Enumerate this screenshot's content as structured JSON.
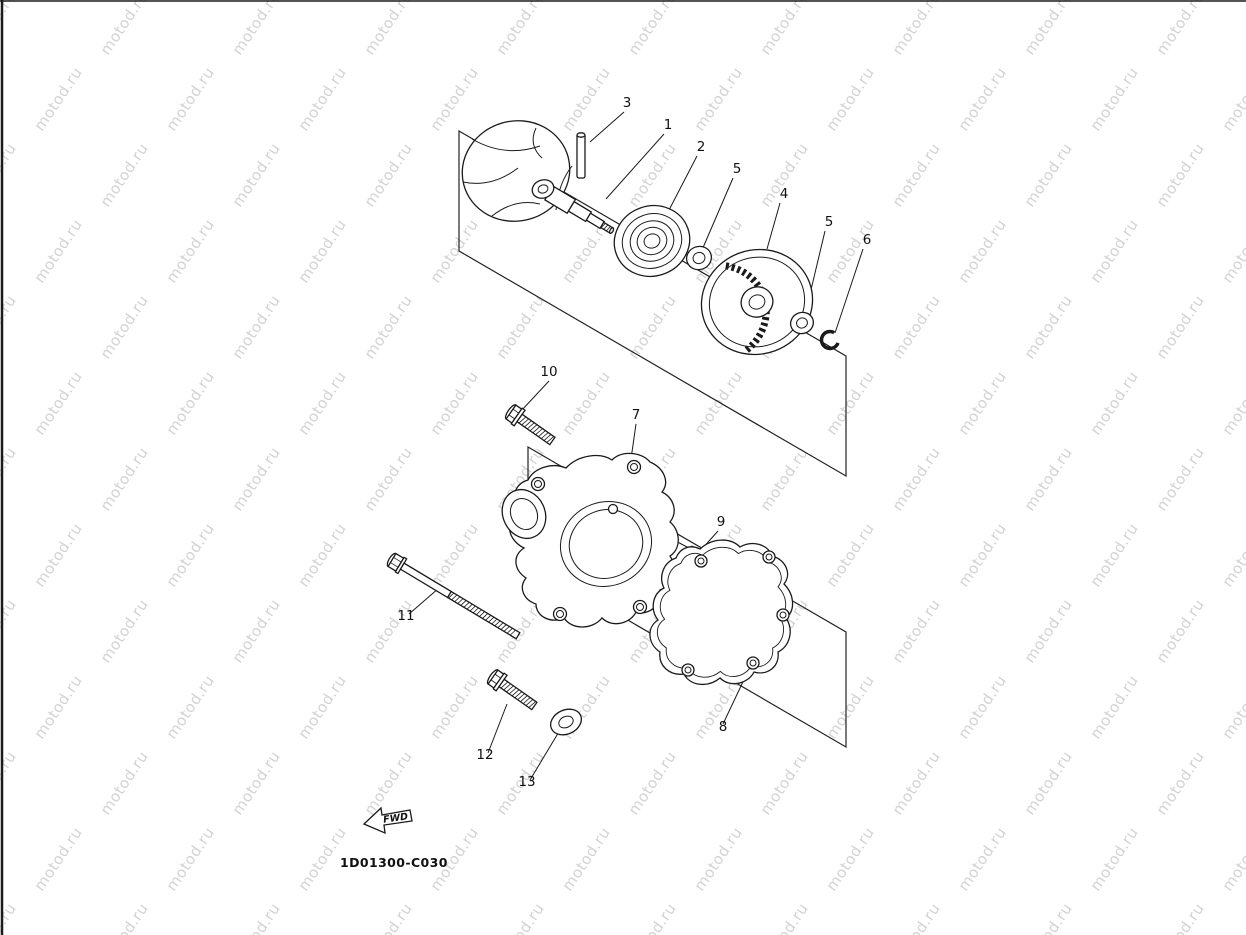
{
  "watermark": {
    "text": "motod.ru",
    "color": "#d3d3d3"
  },
  "diagram": {
    "code": "1D01300-C030",
    "fwd_label": "FWD",
    "line_color": "#1a1a1a",
    "labels": [
      {
        "text": "3"
      },
      {
        "text": "1"
      },
      {
        "text": "2"
      },
      {
        "text": "5"
      },
      {
        "text": "4"
      },
      {
        "text": "5"
      },
      {
        "text": "6"
      },
      {
        "text": "10"
      },
      {
        "text": "7"
      },
      {
        "text": "9"
      },
      {
        "text": "11"
      },
      {
        "text": "8"
      },
      {
        "text": "12"
      },
      {
        "text": "13"
      }
    ]
  }
}
